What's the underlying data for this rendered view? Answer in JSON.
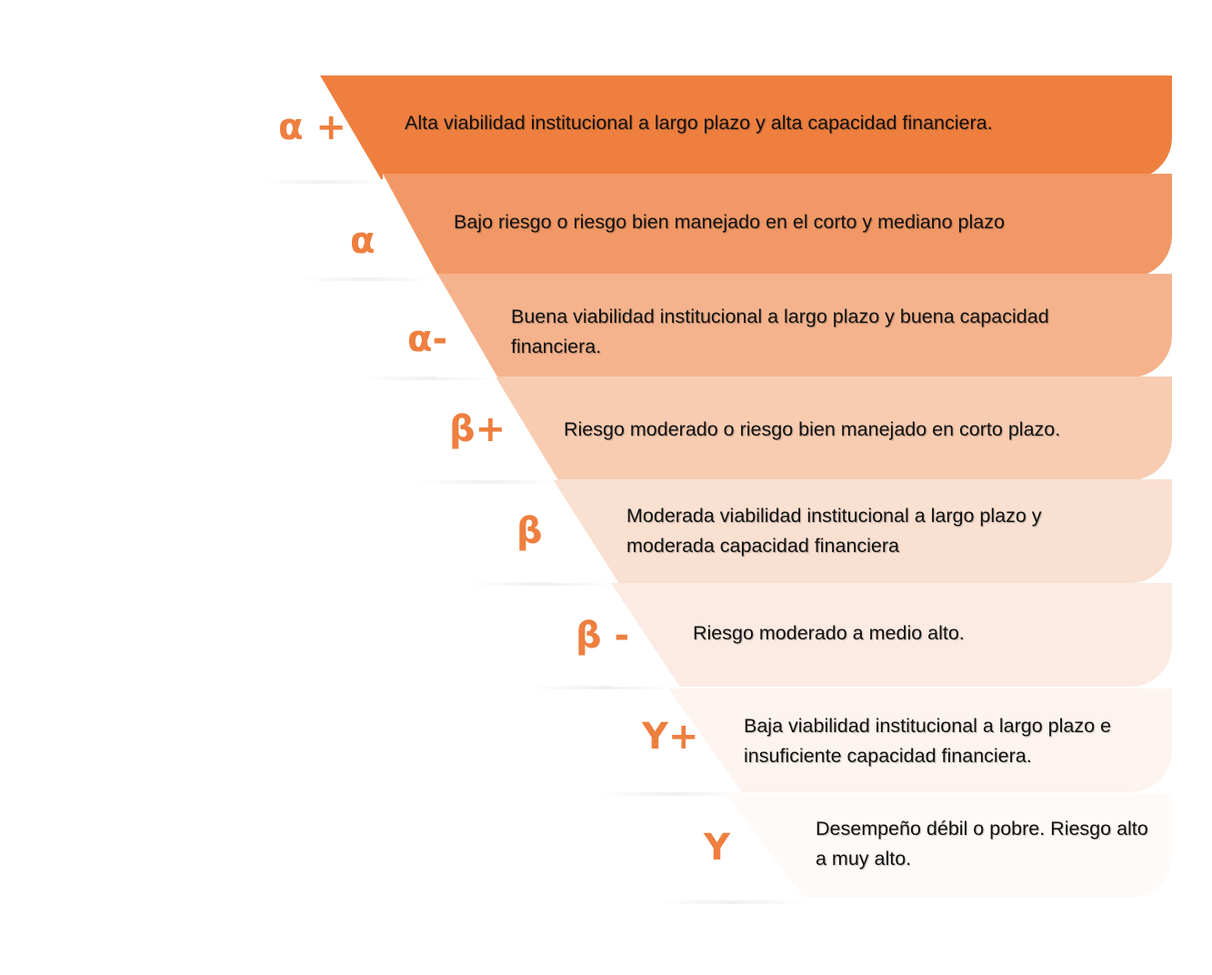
{
  "levels": [
    {
      "label": "α +",
      "description": "Alta viabilidad institucional a largo plazo y alta capacidad financiera.",
      "color": "#ee7f3f"
    },
    {
      "label": "α",
      "description": "Bajo riesgo o riesgo bien manejado en el corto y mediano plazo",
      "color": "#f19866"
    },
    {
      "label": "α-",
      "description": "Buena viabilidad institucional a largo plazo y buena capacidad financiera.",
      "color": "#f4b38d"
    },
    {
      "label": "β+",
      "description": "Riesgo moderado o riesgo bien manejado en corto plazo.",
      "color": "#f7ccb1"
    },
    {
      "label": "β",
      "description": "Moderada viabilidad institucional a largo plazo y moderada capacidad financiera",
      "color": "#f9e0d1"
    },
    {
      "label": "β -",
      "description": "Riesgo moderado a medio alto.",
      "color": "#fbebe2"
    },
    {
      "label": "Y+",
      "description": "Baja viabilidad institucional a largo plazo e insuficiente capacidad financiera.",
      "color": "#fdf4ef"
    },
    {
      "label": "Y",
      "description": "Desempeño débil o pobre. Riesgo alto a muy alto.",
      "color": "#fefaf7"
    }
  ],
  "accent_color": "#ee7f3f"
}
